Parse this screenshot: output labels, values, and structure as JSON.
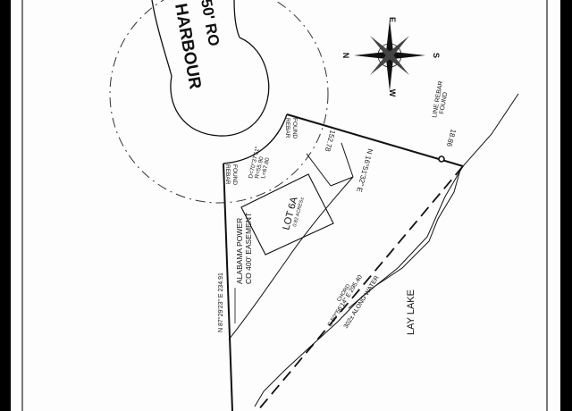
{
  "road": {
    "line1": "HARBOUR",
    "line2": "50' RO"
  },
  "compass": {
    "north": "N",
    "east": "E",
    "south": "S",
    "west": "W"
  },
  "lot": {
    "name": "LOT 6A",
    "area": "0.82 ACRES±"
  },
  "curve": {
    "delta": "D=70°37'51\"",
    "radius": "R=55.90",
    "length": "L=67.80"
  },
  "rebar_left": {
    "line1": "REBAR",
    "line2": "FOUND"
  },
  "rebar_top": {
    "line1": "REBAR",
    "line2": "FOUND"
  },
  "line_rebar": {
    "line1": "LINE REBAR",
    "line2": "FOUND"
  },
  "west_bearing": "N 87°29'23\" E  234.91",
  "north_bearing": "N 16°51'32\" E",
  "north_dist_a": "152.78",
  "north_dist_b": "18.86",
  "easement": {
    "line1": "ALABAMA POWER",
    "line2": "CO 400' EASEMENT"
  },
  "chord": {
    "label": "CHORD",
    "bearing": "S 50°56'14\" E  295.40",
    "along": "302± ALONG WATER"
  },
  "lake": "LAY LAKE"
}
